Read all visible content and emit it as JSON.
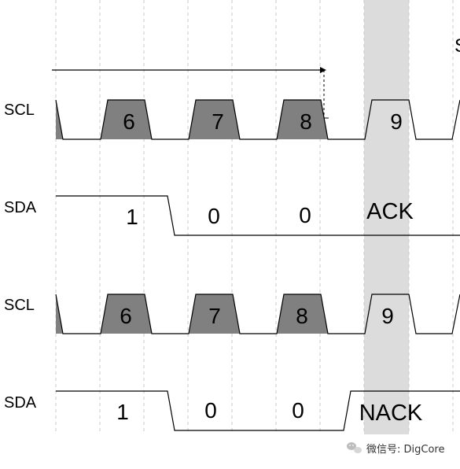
{
  "colors": {
    "highlight": "#dcdcdc",
    "pulse_fill": "#808080",
    "line": "#000000",
    "grid": "#c8c8c8"
  },
  "signals": {
    "scl": "SCL",
    "sda": "SDA"
  },
  "diagram_ack": {
    "scl_pulses": [
      "6",
      "7",
      "8",
      "9"
    ],
    "sda_bits": [
      "1",
      "0",
      "0"
    ],
    "response": "ACK"
  },
  "diagram_nack": {
    "scl_pulses": [
      "6",
      "7",
      "8",
      "9"
    ],
    "sda_bits": [
      "1",
      "0",
      "0"
    ],
    "response": "NACK"
  },
  "edge_text": "S",
  "watermark": {
    "icon": "wechat-icon",
    "text": "微信号: DigCore"
  }
}
